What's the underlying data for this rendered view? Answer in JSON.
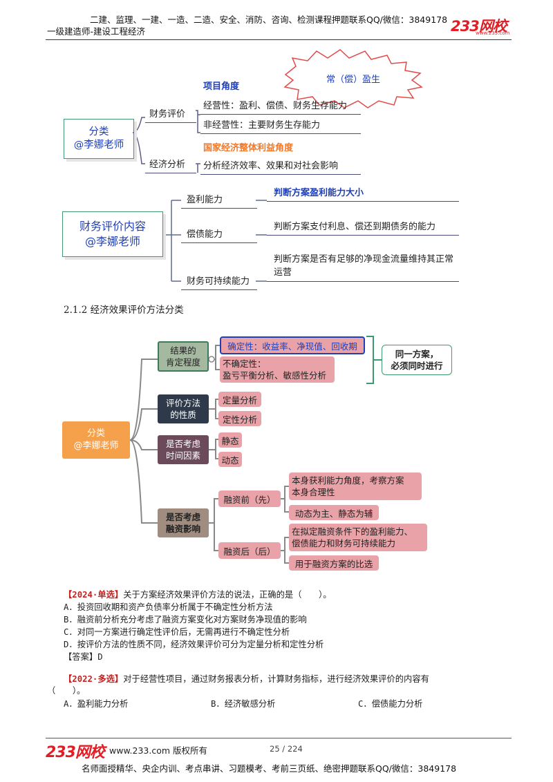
{
  "header": {
    "top_line": "二建、监理、一建、一造、二造、安全、消防、咨询、检测课程押题联系QQ/微信：3849178",
    "sub_line": "一级建造师-建设工程经济",
    "logo": "233网校",
    "logo_url": "www.233.com"
  },
  "map1": {
    "root": "分类\n@李娜老师",
    "starburst": "常（偿）盈生",
    "fin_eval": "财务评价",
    "project_angle": "项目角度",
    "operating": "经营性：盈利、偿债、财务生存能力",
    "non_operating": "非经营性：主要财务生存能力",
    "econ_analysis": "经济分析",
    "national_angle": "国家经济整体利益角度",
    "econ_detail": "分析经济效率、效果和对社会影响"
  },
  "map2": {
    "root": "财务评价内容\n@李娜老师",
    "b1": "盈利能力",
    "b1_detail": "判断方案盈利能力大小",
    "b2": "偿债能力",
    "b2_detail": "判断方案支付利息、偿还到期债务的能力",
    "b3": "财务可持续能力",
    "b3_detail": "判断方案是否有足够的净现金流量维持其正常运营"
  },
  "section_title": "2.1.2  经济效果评价方法分类",
  "map3": {
    "root": "分类\n@李娜老师",
    "g1": "结果的\n肯定程度",
    "g1a": "确定性：收益率、净现值、回收期",
    "g1b": "不确定性：\n盈亏平衡分析、敏感性分析",
    "g1_note": "同一方案，\n必须同时进行",
    "g2": "评价方法\n的性质",
    "g2a": "定量分析",
    "g2b": "定性分析",
    "g3": "是否考虑\n时间因素",
    "g3a": "静态",
    "g3b": "动态",
    "g4": "是否考虑\n融资影响",
    "g4a": "融资前（先）",
    "g4a1": "本身获利能力角度，考察方案\n本身合理性",
    "g4a2": "动态为主、静态为辅",
    "g4b": "融资后（后）",
    "g4b1": "在拟定融资条件下的盈利能力、\n偿债能力和财务可持续能力",
    "g4b2": "用于融资方案的比选"
  },
  "q1": {
    "tag": "【2024·单选】",
    "stem": "关于方案经济效果评价方法的说法，正确的是（　　）。",
    "a": "A．投资回收期和资产负债率分析属于不确定性分析方法",
    "b": "B．融资前分析充分考虑了融资方案变化对方案财务净现值的影响",
    "c": "C．对同一方案进行确定性评价后，无需再进行不确定性分析",
    "d": "D．按评价方法的性质不同，经济效果评价可分为定量分析和定性分析",
    "answer": "【答案】D"
  },
  "q2": {
    "tag": "【2022·多选】",
    "stem": "对于经营性项目，通过财务报表分析，计算财务指标，进行经济效果评价的内容有",
    "stem2": "（　　）。",
    "a": "A．盈利能力分析",
    "b": "B．经济敏感分析",
    "c": "C．偿债能力分析"
  },
  "footer": {
    "logo": "233网校",
    "site": "www.233.com 版权所有",
    "page": "25 / 224",
    "bottom_line": "名师面授精华、央企内训、考点串讲、习题模考、考前三页纸、绝密押题联系QQ/微信：3849178"
  },
  "colors": {
    "brand_red": "#e11e26",
    "pink_node": "#e9a3a8",
    "dark_slate": "#2e3a4a",
    "plum": "#6b4a5a",
    "taupe": "#a08d80",
    "orange": "#f5a04a",
    "green_line": "#3c9a6e",
    "blue_text": "#1f3fb6"
  }
}
